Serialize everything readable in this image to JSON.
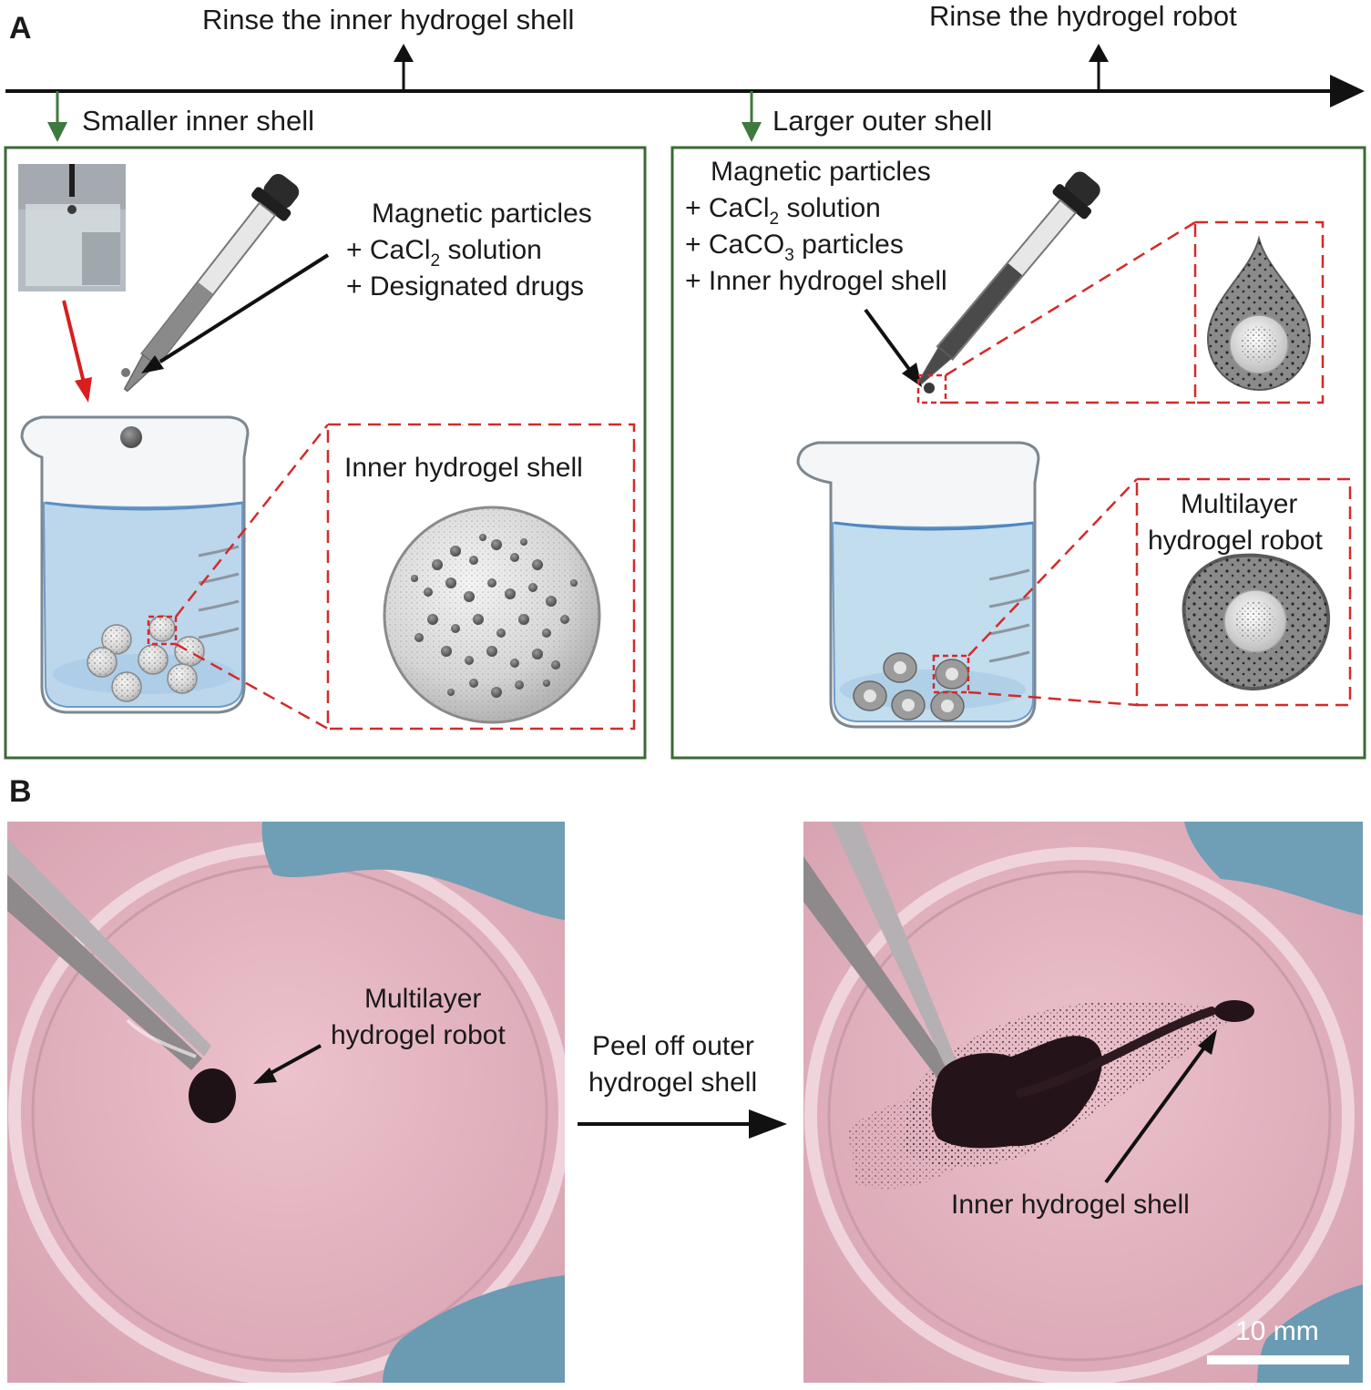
{
  "panel_a": {
    "letter": "A",
    "timeline": {
      "rinse_inner": "Rinse the inner hydrogel shell",
      "rinse_robot": "Rinse the hydrogel robot",
      "smaller_inner": "Smaller inner shell",
      "larger_outer": "Larger outer shell"
    },
    "left_box": {
      "line1": "Magnetic particles",
      "line2_pre": "+ CaCl",
      "line2_sub": "2",
      "line2_post": " solution",
      "line3": "+ Designated drugs",
      "zoom_label": "Inner hydrogel shell"
    },
    "right_box": {
      "line1": "Magnetic particles",
      "line2_pre": "+ CaCl",
      "line2_sub": "2",
      "line2_post": " solution",
      "line3_pre": "+ CaCO",
      "line3_sub": "3",
      "line3_post": " particles",
      "line4": "+ Inner hydrogel shell",
      "zoom_label_1": "Multilayer",
      "zoom_label_2": "hydrogel robot"
    }
  },
  "panel_b": {
    "letter": "B",
    "left_label_1": "Multilayer",
    "left_label_2": "hydrogel robot",
    "middle_label_1": "Peel off outer",
    "middle_label_2": "hydrogel shell",
    "right_label": "Inner hydrogel shell",
    "scale_bar": "10 mm"
  },
  "colors": {
    "box_border": "#3a6b35",
    "timeline_green_arrow": "#3e7a3e",
    "zoom_dashed": "#d42a2a",
    "red_arrow": "#d81e1e",
    "water": "#bcd6ec",
    "photo_background": "#e3b4c0",
    "glove": "#6e9fb6"
  }
}
